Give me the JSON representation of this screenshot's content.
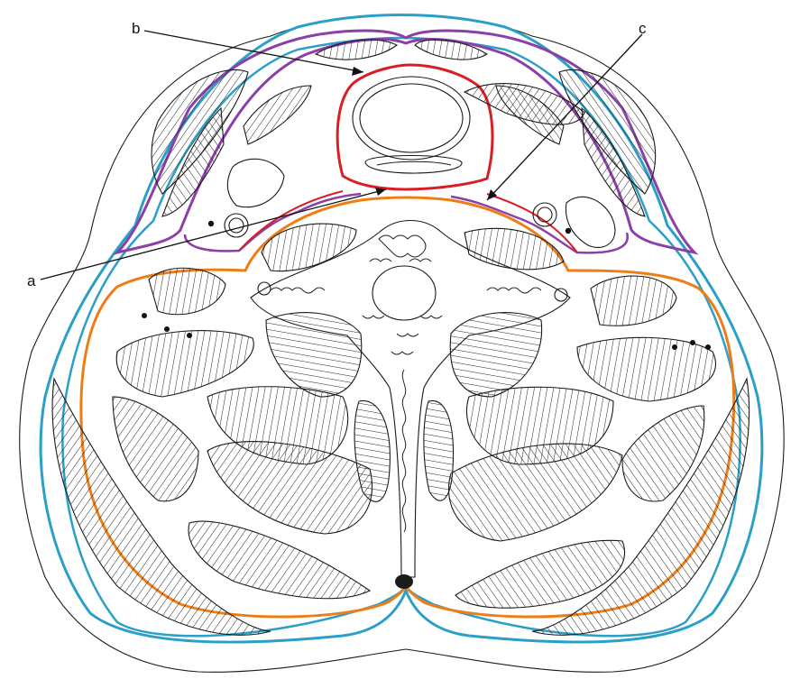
{
  "labels": {
    "a": "a",
    "b": "b",
    "c": "c"
  },
  "colors": {
    "investing_fascia": "#2a9fc8",
    "pretracheal_fascia": "#8b3fa8",
    "visceral_fascia": "#d81f26",
    "prevertebral_fascia": "#ef7d16",
    "outline": "#1a1a1a"
  }
}
